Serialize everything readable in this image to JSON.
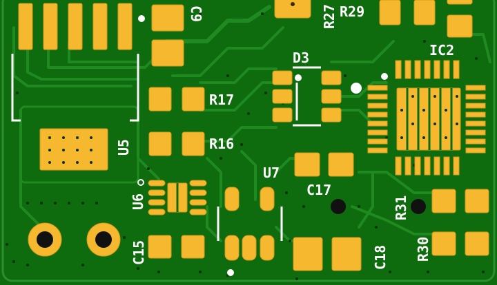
{
  "labels": {
    "c9": "C9",
    "r27": "R27",
    "r29": "R29",
    "d3": "D3",
    "ic2": "IC2",
    "r17": "R17",
    "r16": "R16",
    "u5": "U5",
    "u6": "U6",
    "u7": "U7",
    "c17": "C17",
    "r31": "R31",
    "r30": "R30",
    "c15": "C15",
    "c18": "C18"
  },
  "colors": {
    "board": "#0e6b0e",
    "trace": "#1f8a1f",
    "pad": "#f5b82e",
    "silkscreen": "#ffffff"
  }
}
